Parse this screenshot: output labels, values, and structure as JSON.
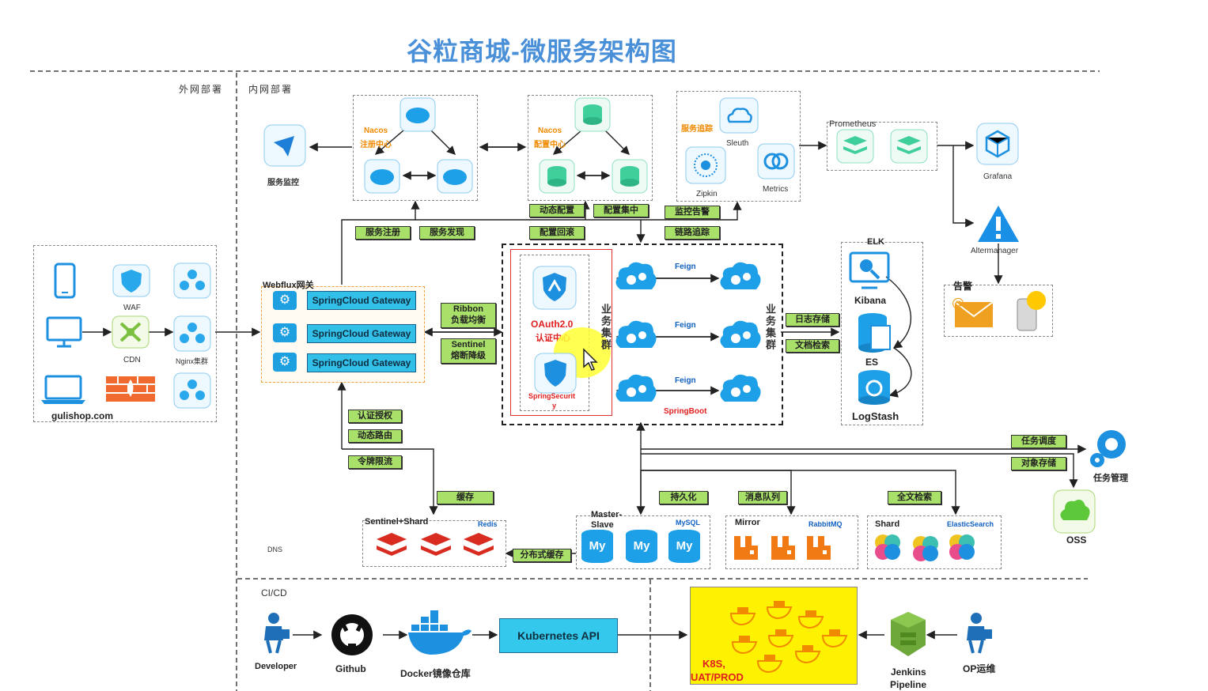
{
  "title": "谷粒商城-微服务架构图",
  "sections": {
    "external": "外网部署",
    "internal": "内网部署",
    "cicd": "CI/CD",
    "dns": "DNS"
  },
  "external": {
    "waf": "WAF",
    "cdn": "CDN",
    "nginx": "Nginx集群",
    "domain": "gulishop.com"
  },
  "gateway": {
    "title": "Webflux网关",
    "items": [
      "SpringCloud Gateway",
      "SpringCloud Gateway",
      "SpringCloud Gateway"
    ]
  },
  "nacos_registry": {
    "label_line1": "Nacos",
    "label_line2": "注册中心"
  },
  "nacos_config": {
    "label_line1": "Nacos",
    "label_line2": "配置中心"
  },
  "monitor": {
    "service_monitor": "服务监控"
  },
  "tracing": {
    "label": "服务追踪",
    "sleuth": "Sleuth",
    "zipkin": "Zipkin",
    "metrics": "Metrics"
  },
  "prometheus": {
    "title": "Prometheus",
    "grafana": "Grafana",
    "alertmanager": "Altermanager",
    "alarm": "告警"
  },
  "tags": {
    "service_register": "服务注册",
    "service_discovery": "服务发现",
    "dynamic_config": "动态配置",
    "config_center": "配置集中",
    "config_rollback": "配置回滚",
    "monitor_alarm": "监控告警",
    "link_trace": "链路追踪",
    "ribbon_1": "Ribbon",
    "ribbon_2": "负载均衡",
    "sentinel_1": "Sentinel",
    "sentinel_2": "熔断降级",
    "auth": "认证授权",
    "dynamic_route": "动态路由",
    "token_limit": "令牌限流",
    "log_store": "日志存储",
    "doc_search": "文档检索",
    "cache": "缓存",
    "persist": "持久化",
    "mq": "消息队列",
    "fulltext": "全文检索",
    "dist_cache": "分布式缓存",
    "task_schedule": "任务调度",
    "object_store": "对象存储"
  },
  "business": {
    "oauth_line1": "OAuth2.0",
    "oauth_line2": "认证中心",
    "spring_security": "SpringSecurit",
    "spring_security_2": "y",
    "cluster_left": "业务集群",
    "cluster_right": "业务集群",
    "feign": [
      "Feign",
      "Feign",
      "Feign"
    ],
    "springboot": "SpringBoot"
  },
  "elk": {
    "title": "ELK",
    "kibana": "Kibana",
    "es": "ES",
    "logstash": "LogStash"
  },
  "storage": {
    "redis_title": "Sentinel+Shard",
    "redis": "Redis",
    "mysql_title": "Master-Slave",
    "mysql": "MySQL",
    "mysql_icon": "My",
    "mq_title": "Mirror",
    "rabbitmq": "RabbitMQ",
    "es_title": "Shard",
    "elasticsearch": "ElasticSearch"
  },
  "task": {
    "task_mgmt": "任务管理",
    "oss": "OSS"
  },
  "cicd": {
    "developer": "Developer",
    "github": "Github",
    "docker": "Docker镜像仓库",
    "k8s_api": "Kubernetes API",
    "k8s_line1": "K8S,",
    "k8s_line2": "UAT/PROD",
    "jenkins_line1": "Jenkins",
    "jenkins_line2": "Pipeline",
    "op": "OP运维"
  },
  "colors": {
    "title": "#4a90d9",
    "tag": "#a8e06a",
    "gateway": "#33c0e8",
    "k8s": "#fff200",
    "icon_blue": "#2aa8ec",
    "icon_green": "#3ecf9a"
  }
}
